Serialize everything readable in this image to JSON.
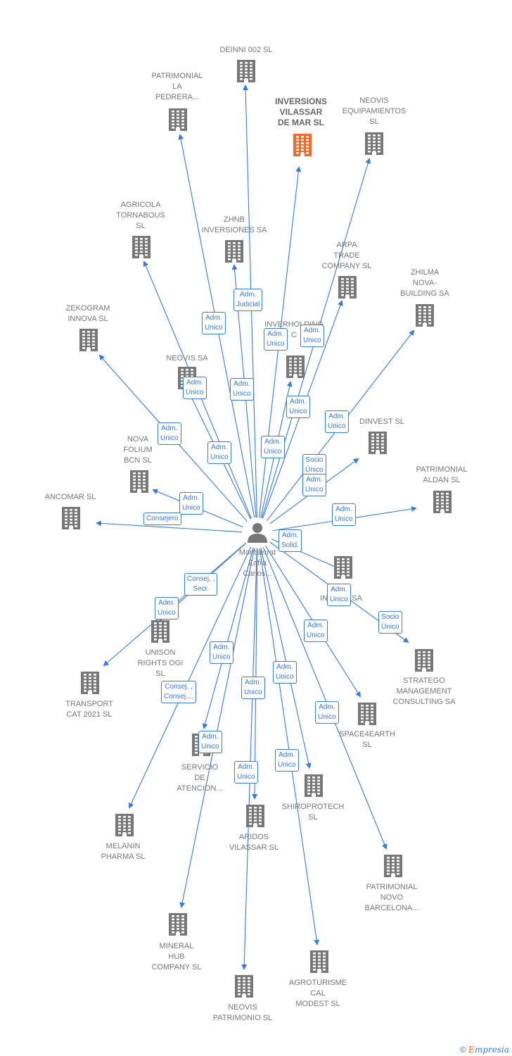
{
  "colors": {
    "edge": "#3a7bd5",
    "building": "#777777",
    "building_highlight": "#f06a2b",
    "text": "#777777"
  },
  "center": {
    "label": "Montserrat\nZafra\nCarlos...",
    "icon": "person-icon"
  },
  "nodes": [
    {
      "id": "deinni",
      "label": "DEINNI 002  SL",
      "highlight": false
    },
    {
      "id": "patrimonial_pedrera",
      "label": "PATRIMONIAL\nLA\nPEDRERA...",
      "highlight": false
    },
    {
      "id": "inversions_vilassar",
      "label": "INVERSIONS\nVILASSAR\nDE MAR  SL",
      "highlight": true
    },
    {
      "id": "neovis_equip",
      "label": "NEOVIS\nEQUIPAMIENTOS\nSL",
      "highlight": false
    },
    {
      "id": "agricola",
      "label": "AGRICOLA\nTORNABOUS\nSL",
      "highlight": false
    },
    {
      "id": "zhnb",
      "label": "ZHNB\nINVERSIONES SA",
      "highlight": false
    },
    {
      "id": "arpa",
      "label": "ARPA\nTRADE\nCOMPANY  SL",
      "highlight": false
    },
    {
      "id": "zhilma",
      "label": "ZHILMA\nNOVA-\nBUILDING SA",
      "highlight": false
    },
    {
      "id": "zekogram",
      "label": "ZEKOGRAM\nINNOVA  SL",
      "highlight": false
    },
    {
      "id": "inverholding",
      "label": "INVERHOLDING\nC",
      "highlight": false
    },
    {
      "id": "neovis_sa",
      "label": "NEOVIS SA",
      "highlight": false
    },
    {
      "id": "dinvest",
      "label": "DINVEST  SL",
      "highlight": false
    },
    {
      "id": "nova_folium",
      "label": "NOVA\nFOLIUM\nBCN  SL",
      "highlight": false
    },
    {
      "id": "patrimonial_aldan",
      "label": "PATRIMONIAL\nALDAN SL",
      "highlight": false
    },
    {
      "id": "ancomar",
      "label": "ANCOMAR SL",
      "highlight": false
    },
    {
      "id": "inver_sa",
      "label": "INVE...S SA",
      "highlight": false
    },
    {
      "id": "unison",
      "label": "UNISON\nRIGHTS OGI\nSL",
      "highlight": false
    },
    {
      "id": "strateko",
      "label": "STRATEGO\nMANAGEMENT\nCONSULTING SA",
      "highlight": false
    },
    {
      "id": "transport",
      "label": "TRANSPORT\nCAT 2021  SL",
      "highlight": false
    },
    {
      "id": "space4earth",
      "label": "SPACE4EARTH\nSL",
      "highlight": false
    },
    {
      "id": "servicio",
      "label": "SERVICIO\nDE\nATENCION...",
      "highlight": false
    },
    {
      "id": "shiroprotech",
      "label": "SHIROPROTECH\nSL",
      "highlight": false
    },
    {
      "id": "aridos",
      "label": "ARIDOS\nVILASSAR  SL",
      "highlight": false
    },
    {
      "id": "melanin",
      "label": "MELANIN\nPHARMA  SL",
      "highlight": false
    },
    {
      "id": "patrimonial_novo",
      "label": "PATRIMONIAL\nNOVO\nBARCELONA...",
      "highlight": false
    },
    {
      "id": "mineral",
      "label": "MINERAL\nHUB\nCOMPANY  SL",
      "highlight": false
    },
    {
      "id": "agroturisme",
      "label": "AGROTURISME\nCAL\nMODEST  SL",
      "highlight": false
    },
    {
      "id": "neovis_patrimonio",
      "label": "NEOVIS\nPATRIMONIO SL",
      "highlight": false
    }
  ],
  "roles": [
    {
      "label": "Adm.\nJudicial"
    },
    {
      "label": "Adm.\nUnico"
    },
    {
      "label": "Adm.\nUnico"
    },
    {
      "label": "Adm.\nUnico"
    },
    {
      "label": "Adm.\nUnico"
    },
    {
      "label": "Adm.\nUnico"
    },
    {
      "label": "Adm.\nUnico"
    },
    {
      "label": "Adm.\nUnico"
    },
    {
      "label": "Adm.\nUnico"
    },
    {
      "label": "Adm.\nUnico"
    },
    {
      "label": "Adm.\nUnico"
    },
    {
      "label": "Socio\nÚnico"
    },
    {
      "label": "Adm.\nUnico"
    },
    {
      "label": "Adm.\nUnico"
    },
    {
      "label": "Consejero"
    },
    {
      "label": "Adm.\nUnico"
    },
    {
      "label": "Adm.\nSolid."
    },
    {
      "label": "Consej. ,\nSecr."
    },
    {
      "label": "Adm.\nUnico"
    },
    {
      "label": "Adm.\nUnico"
    },
    {
      "label": "Socio\nÚnico"
    },
    {
      "label": "Adm.\nUnico"
    },
    {
      "label": "Adm.\nUnico"
    },
    {
      "label": "Consej. ,\nConsej...."
    },
    {
      "label": "Adm.\nUnico"
    },
    {
      "label": "Adm.\nUnico"
    },
    {
      "label": "Adm.\nUnico"
    },
    {
      "label": "Adm.\nUnico"
    },
    {
      "label": "Adm.\nUnico"
    },
    {
      "label": "Adm.\nUnico"
    }
  ],
  "footer": {
    "copyright": "©",
    "brand_first": "E",
    "brand_rest": "mpresia"
  }
}
